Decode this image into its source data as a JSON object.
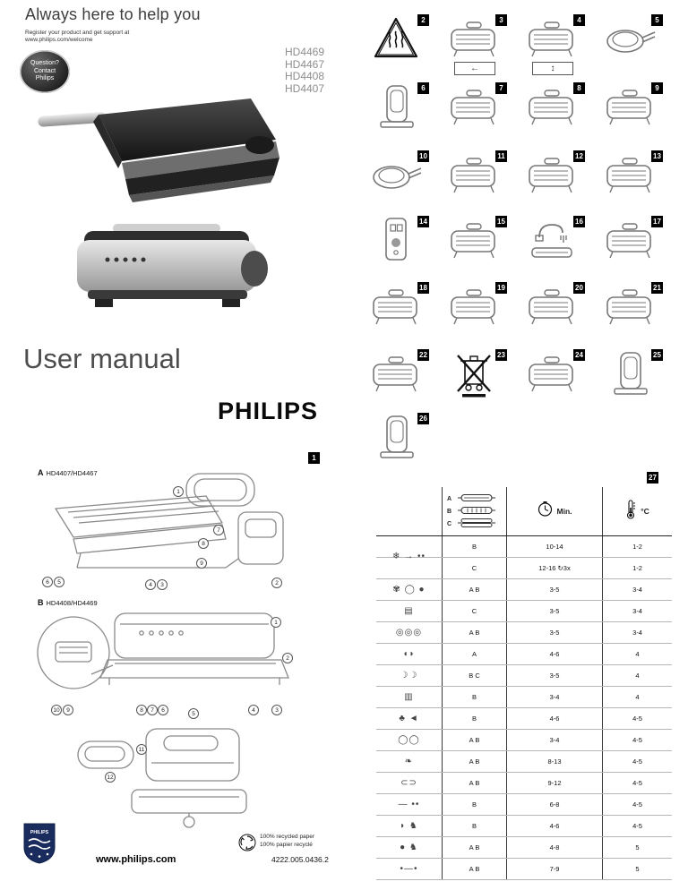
{
  "header": {
    "tagline": "Always here to help you",
    "register_line1": "Register your product and get support at",
    "register_line2": "www.philips.com/welcome",
    "badge_lines": [
      "Question?",
      "Contact",
      "Philips"
    ],
    "models": [
      "HD4469",
      "HD4467",
      "HD4408",
      "HD4407"
    ]
  },
  "title": "User manual",
  "brand": "PHILIPS",
  "figure1_label": "1",
  "diagram_a": {
    "label_letter": "A",
    "label_models": "HD4407/HD4467",
    "callouts": [
      "1",
      "7",
      "8",
      "9",
      "6",
      "5",
      "4",
      "3",
      "2"
    ]
  },
  "diagram_b": {
    "label_letter": "B",
    "label_models": "HD4408/HD4469",
    "callouts": [
      "1",
      "2",
      "10",
      "9",
      "8",
      "7",
      "6",
      "5",
      "4",
      "3"
    ]
  },
  "diagram_c": {
    "callouts": [
      "11",
      "12"
    ]
  },
  "steps": [
    {
      "n": "2",
      "icon": "hot-surface-warning-icon"
    },
    {
      "n": "3",
      "icon": "grill-top-view-icon",
      "subbox": "←"
    },
    {
      "n": "4",
      "icon": "plate-release-icon",
      "subbox": "↕"
    },
    {
      "n": "5",
      "icon": "grill-pan-icon"
    },
    {
      "n": "6",
      "icon": "upright-storage-icon"
    },
    {
      "n": "7",
      "icon": "grill-closed-icon"
    },
    {
      "n": "8",
      "icon": "plate-remove-icon"
    },
    {
      "n": "9",
      "icon": "plate-insert-icon"
    },
    {
      "n": "10",
      "icon": "drip-tray-fill-icon"
    },
    {
      "n": "11",
      "icon": "food-on-grill-icon"
    },
    {
      "n": "12",
      "icon": "close-lid-icon"
    },
    {
      "n": "13",
      "icon": "plate-swap-icon"
    },
    {
      "n": "14",
      "icon": "thermostat-dial-icon"
    },
    {
      "n": "15",
      "icon": "wipe-plate-icon"
    },
    {
      "n": "16",
      "icon": "rinse-under-tap-icon"
    },
    {
      "n": "17",
      "icon": "dry-plate-icon"
    },
    {
      "n": "18",
      "icon": "slide-out-tray-icon"
    },
    {
      "n": "19",
      "icon": "release-clip-icon"
    },
    {
      "n": "20",
      "icon": "cord-storage-icon"
    },
    {
      "n": "21",
      "icon": "tray-slide-in-icon"
    },
    {
      "n": "22",
      "icon": "tray-knob-icon"
    },
    {
      "n": "23",
      "icon": "weee-bin-icon"
    },
    {
      "n": "24",
      "icon": "unplug-cord-icon"
    },
    {
      "n": "25",
      "icon": "carry-upright-icon"
    },
    {
      "n": "26",
      "icon": "store-upright-icon"
    }
  ],
  "table": {
    "number": "27",
    "plate_rows": [
      {
        "letter": "A",
        "icon": "flat-plate-icon"
      },
      {
        "letter": "B",
        "icon": "ribbed-plate-icon"
      },
      {
        "letter": "C",
        "icon": "split-plate-icon"
      }
    ],
    "time_header": "Min.",
    "temp_header": "°C",
    "rows": [
      {
        "icon": "defrost-icon",
        "glyph": "❄ → ••",
        "plates": "B",
        "time": "10-14",
        "temp": "1-2"
      },
      {
        "icon": "defrost-icon",
        "glyph": "",
        "plates": "C",
        "time": "12-16 ↻3x",
        "temp": "1-2"
      },
      {
        "icon": "fruit-icon",
        "glyph": "✾ ◯ ●",
        "plates": "A B",
        "time": "3-5",
        "temp": "3-4"
      },
      {
        "icon": "sandwich-icon",
        "glyph": "▤",
        "plates": "C",
        "time": "3-5",
        "temp": "3-4"
      },
      {
        "icon": "onion-rings-icon",
        "glyph": "◎◎◎",
        "plates": "A B",
        "time": "3-5",
        "temp": "3-4"
      },
      {
        "icon": "fish-fillet-icon",
        "glyph": "◖◗",
        "plates": "A",
        "time": "4-6",
        "temp": "4"
      },
      {
        "icon": "seafood-icon",
        "glyph": "☽☽",
        "plates": "B C",
        "time": "3-5",
        "temp": "4"
      },
      {
        "icon": "vegetable-bundle-icon",
        "glyph": "▥",
        "plates": "B",
        "time": "3-4",
        "temp": "4"
      },
      {
        "icon": "mushroom-fish-icon",
        "glyph": "♣ ◄",
        "plates": "B",
        "time": "4-6",
        "temp": "4-5"
      },
      {
        "icon": "shellfish-poultry-icon",
        "glyph": "◯◯",
        "plates": "A B",
        "time": "3-4",
        "temp": "4-5"
      },
      {
        "icon": "poultry-icon",
        "glyph": "❧",
        "plates": "A B",
        "time": "8-13",
        "temp": "4-5"
      },
      {
        "icon": "sausage-icon",
        "glyph": "⊂⊃",
        "plates": "A B",
        "time": "9-12",
        "temp": "4-5"
      },
      {
        "icon": "satay-icon",
        "glyph": "— ••",
        "plates": "B",
        "time": "6-8",
        "temp": "4-5"
      },
      {
        "icon": "pork-icon",
        "glyph": "◗ ♞",
        "plates": "B",
        "time": "4-6",
        "temp": "4-5"
      },
      {
        "icon": "beef-icon",
        "glyph": "● ♞",
        "plates": "A B",
        "time": "4-8",
        "temp": "5"
      },
      {
        "icon": "skewer-icon",
        "glyph": "•—•",
        "plates": "A B",
        "time": "7-9",
        "temp": "5"
      }
    ]
  },
  "footer": {
    "website": "www.philips.com",
    "recycled_line1": "100% recycled paper",
    "recycled_line2": "100% papier recyclé",
    "doc_number": "4222.005.0436.2"
  }
}
